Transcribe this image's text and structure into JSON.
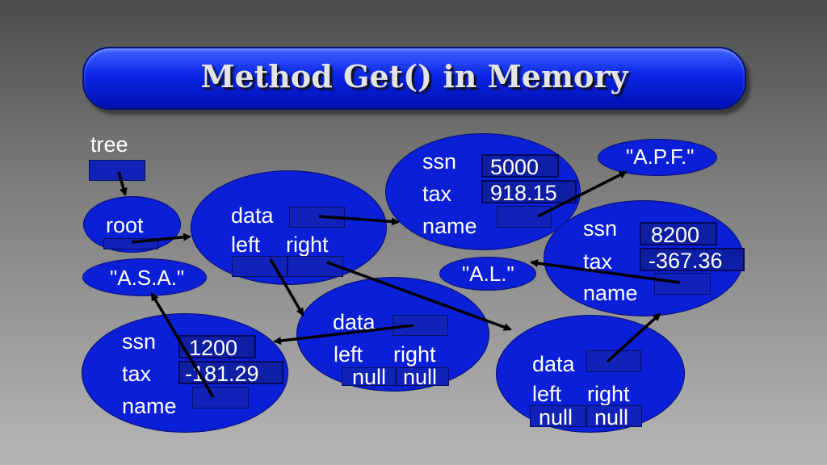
{
  "title": "Method Get() in Memory",
  "tree_label": "tree",
  "root_label": "root",
  "strings": {
    "asa": "\"A.S.A.\"",
    "al": "\"A.L.\"",
    "apf": "\"A.P.F.\""
  },
  "labels": {
    "data": "data",
    "left": "left",
    "right": "right",
    "ssn": "ssn",
    "tax": "tax",
    "name": "name",
    "null": "null"
  },
  "records": {
    "top": {
      "ssn": "5000",
      "tax": "918.15"
    },
    "right": {
      "ssn": "8200",
      "tax": "-367.36"
    },
    "bottom_left": {
      "ssn": "1200",
      "tax": "-181.29"
    }
  },
  "colors": {
    "node_fill": "#0a1fd6",
    "box_fill": "#0f1fa3",
    "title_text": "#e4e4e4",
    "arrow": "#000000"
  }
}
